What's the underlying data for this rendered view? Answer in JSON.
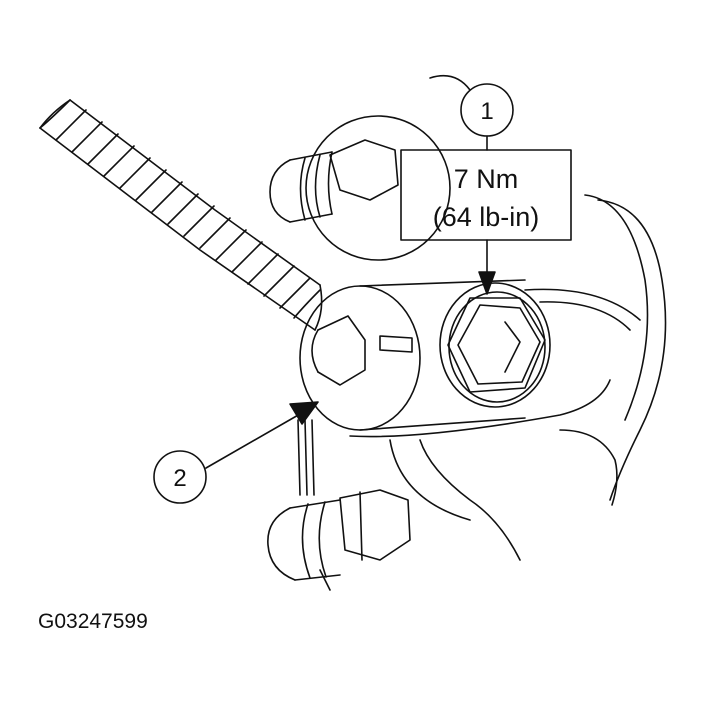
{
  "callouts": [
    {
      "number": "1"
    },
    {
      "number": "2"
    }
  ],
  "torque_spec": {
    "metric": "7 Nm",
    "imperial": "(64 lb-in)"
  },
  "figure_id": "G03247599",
  "colors": {
    "line": "#111111",
    "background": "#ffffff"
  }
}
